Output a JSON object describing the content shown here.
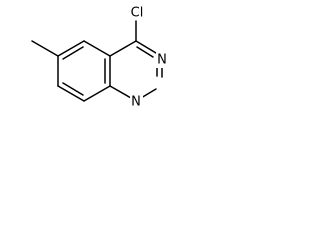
{
  "molecule": {
    "atoms": {
      "chlorine": "Cl",
      "nitrogen_3": "N",
      "nitrogen_1": "N"
    }
  },
  "colors": {
    "bond": "#000000",
    "label": "#000000",
    "background": "#ffffff"
  }
}
